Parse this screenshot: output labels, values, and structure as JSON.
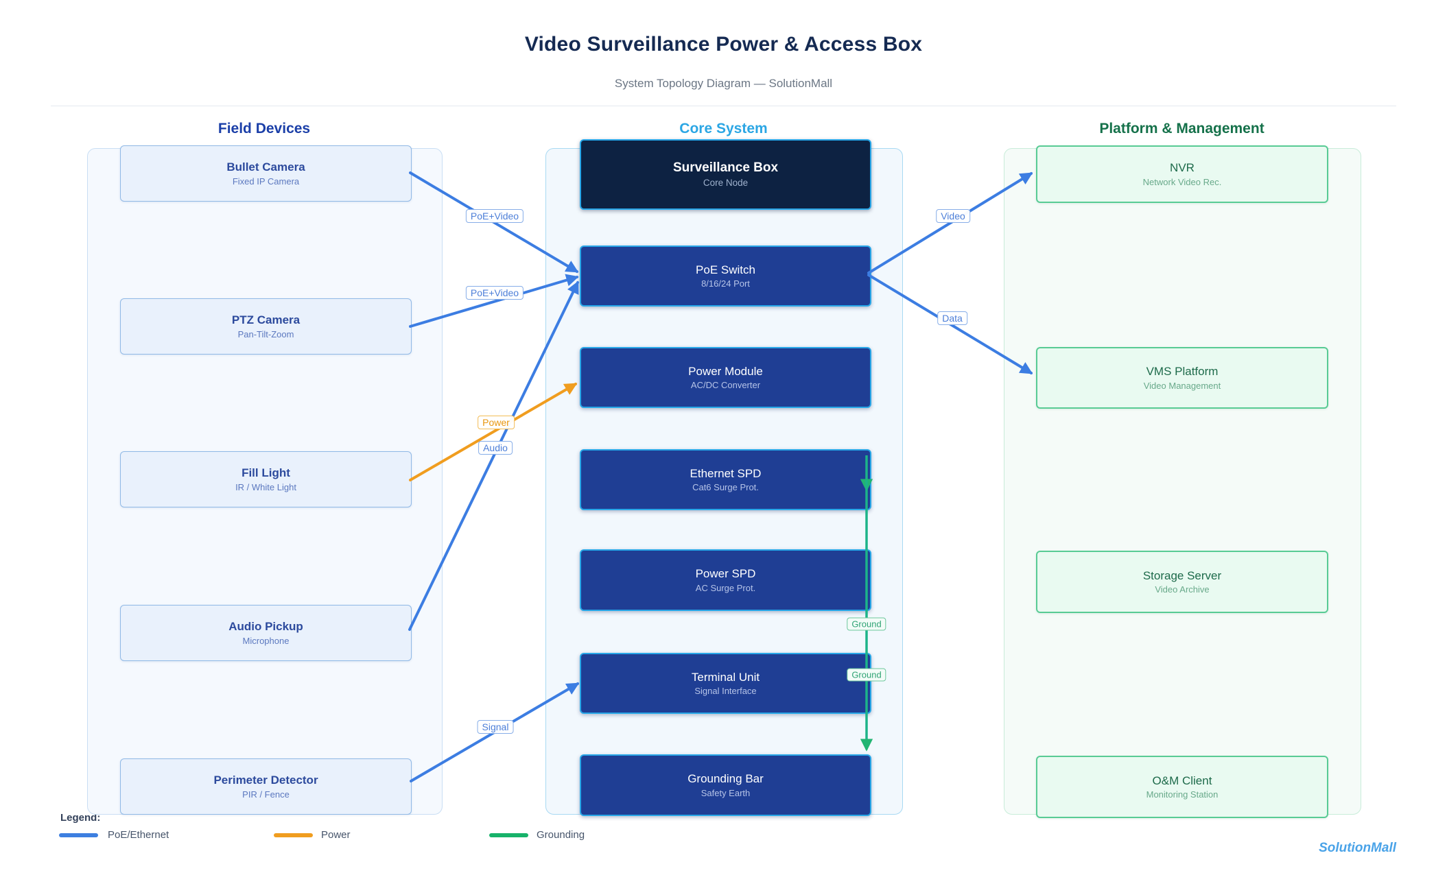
{
  "header": {
    "title": "Video Surveillance Power & Access Box",
    "subtitle": "System Topology Diagram — SolutionMall"
  },
  "columns": [
    {
      "label": "Field Devices"
    },
    {
      "label": "Core System"
    },
    {
      "label": "Platform & Management"
    }
  ],
  "nodes": {
    "bullet_camera": {
      "title": "Bullet Camera",
      "subtitle": "Fixed IP Camera"
    },
    "ptz_camera": {
      "title": "PTZ Camera",
      "subtitle": "Pan-Tilt-Zoom"
    },
    "fill_light": {
      "title": "Fill Light",
      "subtitle": "IR / White Light"
    },
    "audio_pickup": {
      "title": "Audio Pickup",
      "subtitle": "Microphone"
    },
    "perimeter_detector": {
      "title": "Perimeter Detector",
      "subtitle": "PIR / Fence"
    },
    "surveillance_box": {
      "title": "Surveillance Box",
      "subtitle": "Core Node"
    },
    "poe_switch": {
      "title": "PoE Switch",
      "subtitle": "8/16/24 Port"
    },
    "power_module": {
      "title": "Power Module",
      "subtitle": "AC/DC Converter"
    },
    "ethernet_spd": {
      "title": "Ethernet SPD",
      "subtitle": "Cat6 Surge Prot."
    },
    "power_spd": {
      "title": "Power SPD",
      "subtitle": "AC Surge Prot."
    },
    "terminal_unit": {
      "title": "Terminal Unit",
      "subtitle": "Signal Interface"
    },
    "grounding_bar": {
      "title": "Grounding Bar",
      "subtitle": "Safety Earth"
    },
    "nvr": {
      "title": "NVR",
      "subtitle": "Network Video Rec."
    },
    "vms_platform": {
      "title": "VMS Platform",
      "subtitle": "Video Management"
    },
    "storage_server": {
      "title": "Storage Server",
      "subtitle": "Video Archive"
    },
    "om_client": {
      "title": "O&M Client",
      "subtitle": "Monitoring Station"
    }
  },
  "edges": [
    {
      "from": "Bullet Camera",
      "to": "PoE Switch",
      "label": "PoE+Video",
      "type": "poe"
    },
    {
      "from": "PTZ Camera",
      "to": "PoE Switch",
      "label": "PoE+Video",
      "type": "poe"
    },
    {
      "from": "Audio Pickup",
      "to": "PoE Switch",
      "label": "Audio",
      "type": "poe"
    },
    {
      "from": "Fill Light",
      "to": "Power Module",
      "label": "Power",
      "type": "power"
    },
    {
      "from": "Perimeter Detector",
      "to": "Terminal Unit",
      "label": "Signal",
      "type": "poe"
    },
    {
      "from": "PoE Switch",
      "to": "NVR",
      "label": "Video",
      "type": "poe"
    },
    {
      "from": "PoE Switch",
      "to": "VMS Platform",
      "label": "Data",
      "type": "poe"
    },
    {
      "from": "Ethernet SPD",
      "to": "Grounding Bar",
      "label": "Ground",
      "type": "ground"
    },
    {
      "from": "Power SPD",
      "to": "Grounding Bar",
      "label": "Ground",
      "type": "ground"
    }
  ],
  "legend": {
    "heading": "Legend:",
    "items": [
      {
        "label": "PoE/Ethernet",
        "color": "#3d7fe0"
      },
      {
        "label": "Power",
        "color": "#f09d1f"
      },
      {
        "label": "Grounding",
        "color": "#17b26a"
      }
    ]
  },
  "watermark": "SolutionMall",
  "colors": {
    "edge_blue": "#3c7de2",
    "edge_orange": "#f09d1f",
    "edge_green": "#1db489",
    "core_node_fill": "#1f3e94",
    "core_node_border": "#28a7e8",
    "dark_node_fill": "#0d2242",
    "field_node_fill": "#e9f1fc",
    "field_node_border": "#90b9e6",
    "platform_node_fill": "#e9faf1",
    "platform_node_border": "#58cb94",
    "field_header": "#1b3fa8",
    "core_header": "#2ba6e4",
    "platform_header": "#15714a",
    "title": "#152a52"
  }
}
